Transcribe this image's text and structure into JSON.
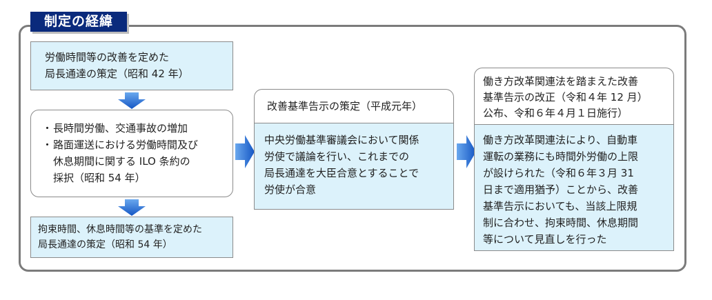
{
  "title": "制定の経緯",
  "box1": [
    "労働時間等の改善を定めた",
    "局長通達の策定（昭和 42 年）"
  ],
  "box2": {
    "items": [
      [
        "長時間労働、交通事故の増加"
      ],
      [
        "路面運送における労働時間及び",
        "休息期間に関する ILO 条約の",
        "採択（昭和 54 年）"
      ]
    ]
  },
  "box3": [
    "拘束時間、休息時間等の基準を定めた",
    "局長通達の策定（昭和 54 年）"
  ],
  "mid_header": "改善基準告示の策定（平成元年）",
  "mid_body": [
    "中央労働基準審議会において関係",
    "労使で議論を行い、これまでの",
    "局長通達を大臣合意とすることで",
    "労使が合意"
  ],
  "right_header": [
    "働き方改革関連法を踏まえた改善",
    "基準告示の改正（令和４年 12 月）",
    "公布、令和６年４月１日施行）"
  ],
  "right_body": [
    "働き方改革関連法により、自動車",
    "運転の業務にも時間外労働の上限",
    "が設けられた（令和６年３月 31",
    "日まで適用猶予）ことから、改善",
    "基準告示においても、当該上限規",
    "制に合わせ、拘束時間、休息期間",
    "等について見直しを行った"
  ],
  "colors": {
    "title_bg": "#0a2a7c",
    "box_fill": "#dcf2fb",
    "arrow": "#1b6fd6"
  }
}
